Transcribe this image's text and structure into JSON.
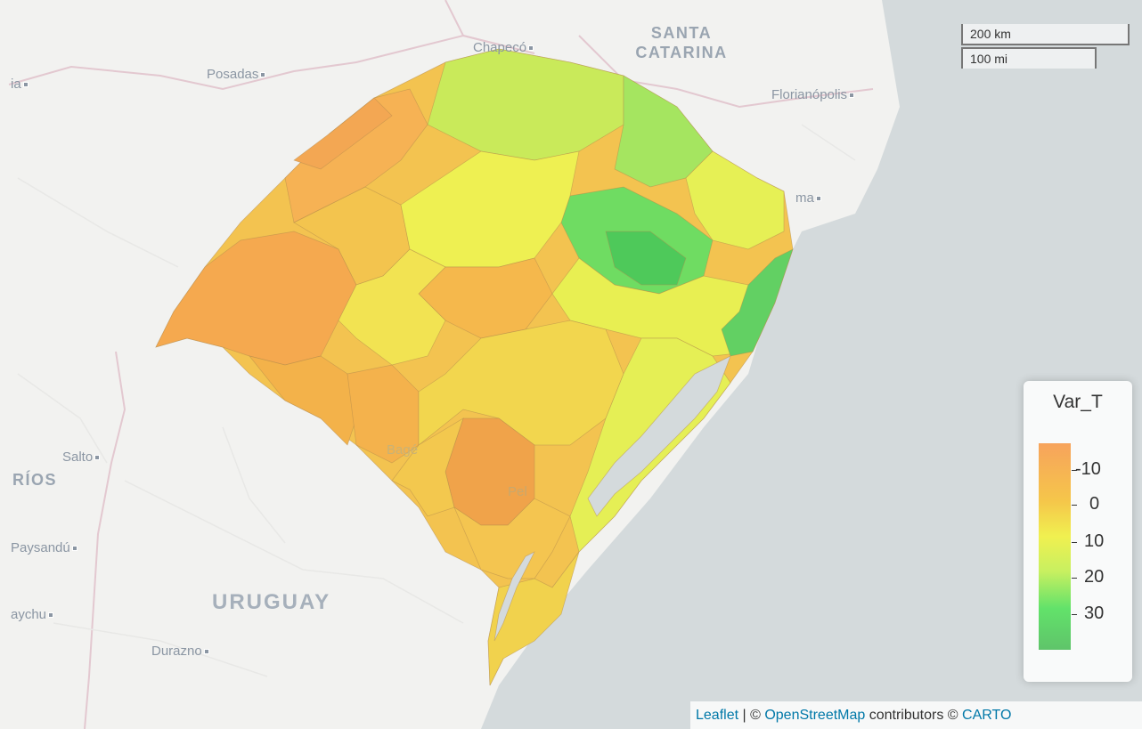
{
  "map": {
    "legend": {
      "title": "Var_T",
      "ticks": [
        "-10",
        "0",
        "10",
        "20",
        "30"
      ],
      "colors": {
        "top": "#f7a35c",
        "mid_orange": "#f5c64a",
        "mid_yellow": "#f0f050",
        "light_green": "#c8f060",
        "green": "#62e26a",
        "bottom": "#5fc46a"
      }
    },
    "scale": {
      "km_label": "200 km",
      "mi_label": "100 mi"
    },
    "labels": {
      "chapeco": "Chapecó",
      "santa_catarina_line1": "SANTA",
      "santa_catarina_line2": "CATARINA",
      "posadas": "Posadas",
      "florianopolis": "Florianópolis",
      "criciuma": "ma",
      "ia": "ia",
      "salto": "Salto",
      "rios": "RÍOS",
      "paysandu": "Paysandú",
      "uruguay": "URUGUAY",
      "aychu": "aychu",
      "durazno": "Durazno",
      "bage": "Bagé",
      "pelotas": "Pel"
    },
    "attribution": {
      "leaflet": "Leaflet",
      "osm": "OpenStreetMap",
      "contributors": "contributors",
      "carto": "CARTO",
      "sep": " | © ",
      "copy2": " © "
    }
  }
}
